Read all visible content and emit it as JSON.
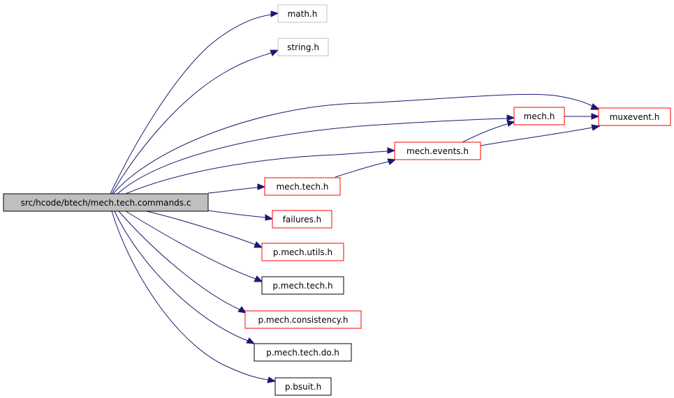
{
  "diagram": {
    "colors": {
      "edge": "#191970",
      "root_fill": "#bfbfbf",
      "root_border": "#000000",
      "documented_border": "#ff0000",
      "undocumented_border": "#bfbfbf",
      "local_border": "#000000"
    },
    "nodes": {
      "root": {
        "label": "src/hcode/btech/mech.tech.commands.c",
        "kind": "root"
      },
      "math": {
        "label": "math.h",
        "kind": "undocumented"
      },
      "string": {
        "label": "string.h",
        "kind": "undocumented"
      },
      "muxevent": {
        "label": "muxevent.h",
        "kind": "documented"
      },
      "mech": {
        "label": "mech.h",
        "kind": "documented"
      },
      "mech_events": {
        "label": "mech.events.h",
        "kind": "documented"
      },
      "mech_tech": {
        "label": "mech.tech.h",
        "kind": "documented"
      },
      "failures": {
        "label": "failures.h",
        "kind": "documented"
      },
      "p_mech_utils": {
        "label": "p.mech.utils.h",
        "kind": "documented"
      },
      "p_mech_tech": {
        "label": "p.mech.tech.h",
        "kind": "local"
      },
      "p_mech_consistency": {
        "label": "p.mech.consistency.h",
        "kind": "documented"
      },
      "p_mech_tech_do": {
        "label": "p.mech.tech.do.h",
        "kind": "local"
      },
      "p_bsuit": {
        "label": "p.bsuit.h",
        "kind": "local"
      }
    },
    "edges": [
      {
        "from": "root",
        "to": "math"
      },
      {
        "from": "root",
        "to": "string"
      },
      {
        "from": "root",
        "to": "muxevent"
      },
      {
        "from": "root",
        "to": "mech"
      },
      {
        "from": "root",
        "to": "mech_events"
      },
      {
        "from": "root",
        "to": "mech_tech"
      },
      {
        "from": "root",
        "to": "failures"
      },
      {
        "from": "root",
        "to": "p_mech_utils"
      },
      {
        "from": "root",
        "to": "p_mech_tech"
      },
      {
        "from": "root",
        "to": "p_mech_consistency"
      },
      {
        "from": "root",
        "to": "p_mech_tech_do"
      },
      {
        "from": "root",
        "to": "p_bsuit"
      },
      {
        "from": "mech",
        "to": "muxevent"
      },
      {
        "from": "mech_events",
        "to": "mech"
      },
      {
        "from": "mech_events",
        "to": "muxevent"
      },
      {
        "from": "mech_tech",
        "to": "mech_events"
      }
    ]
  }
}
